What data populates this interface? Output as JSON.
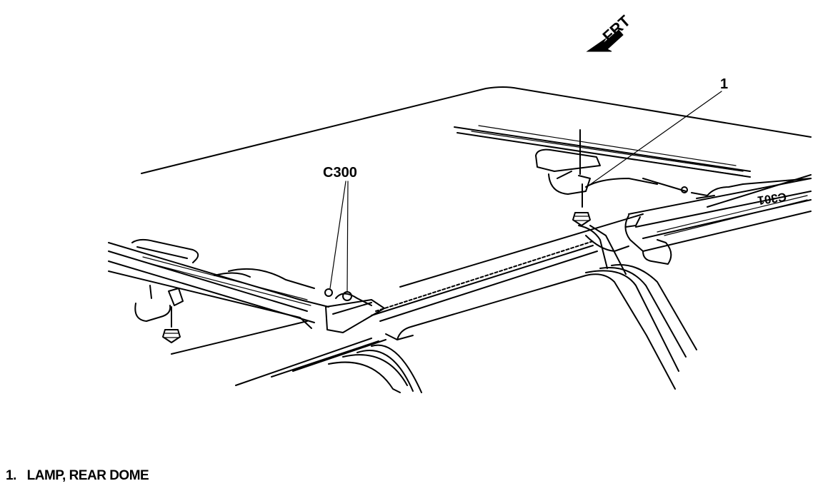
{
  "orientation": {
    "label": "FRT"
  },
  "callouts": {
    "item_1": "1",
    "connector": "C300",
    "connector_2": "C301"
  },
  "legend": {
    "items": [
      {
        "number": "1.",
        "text": "LAMP, REAR DOME"
      }
    ]
  }
}
